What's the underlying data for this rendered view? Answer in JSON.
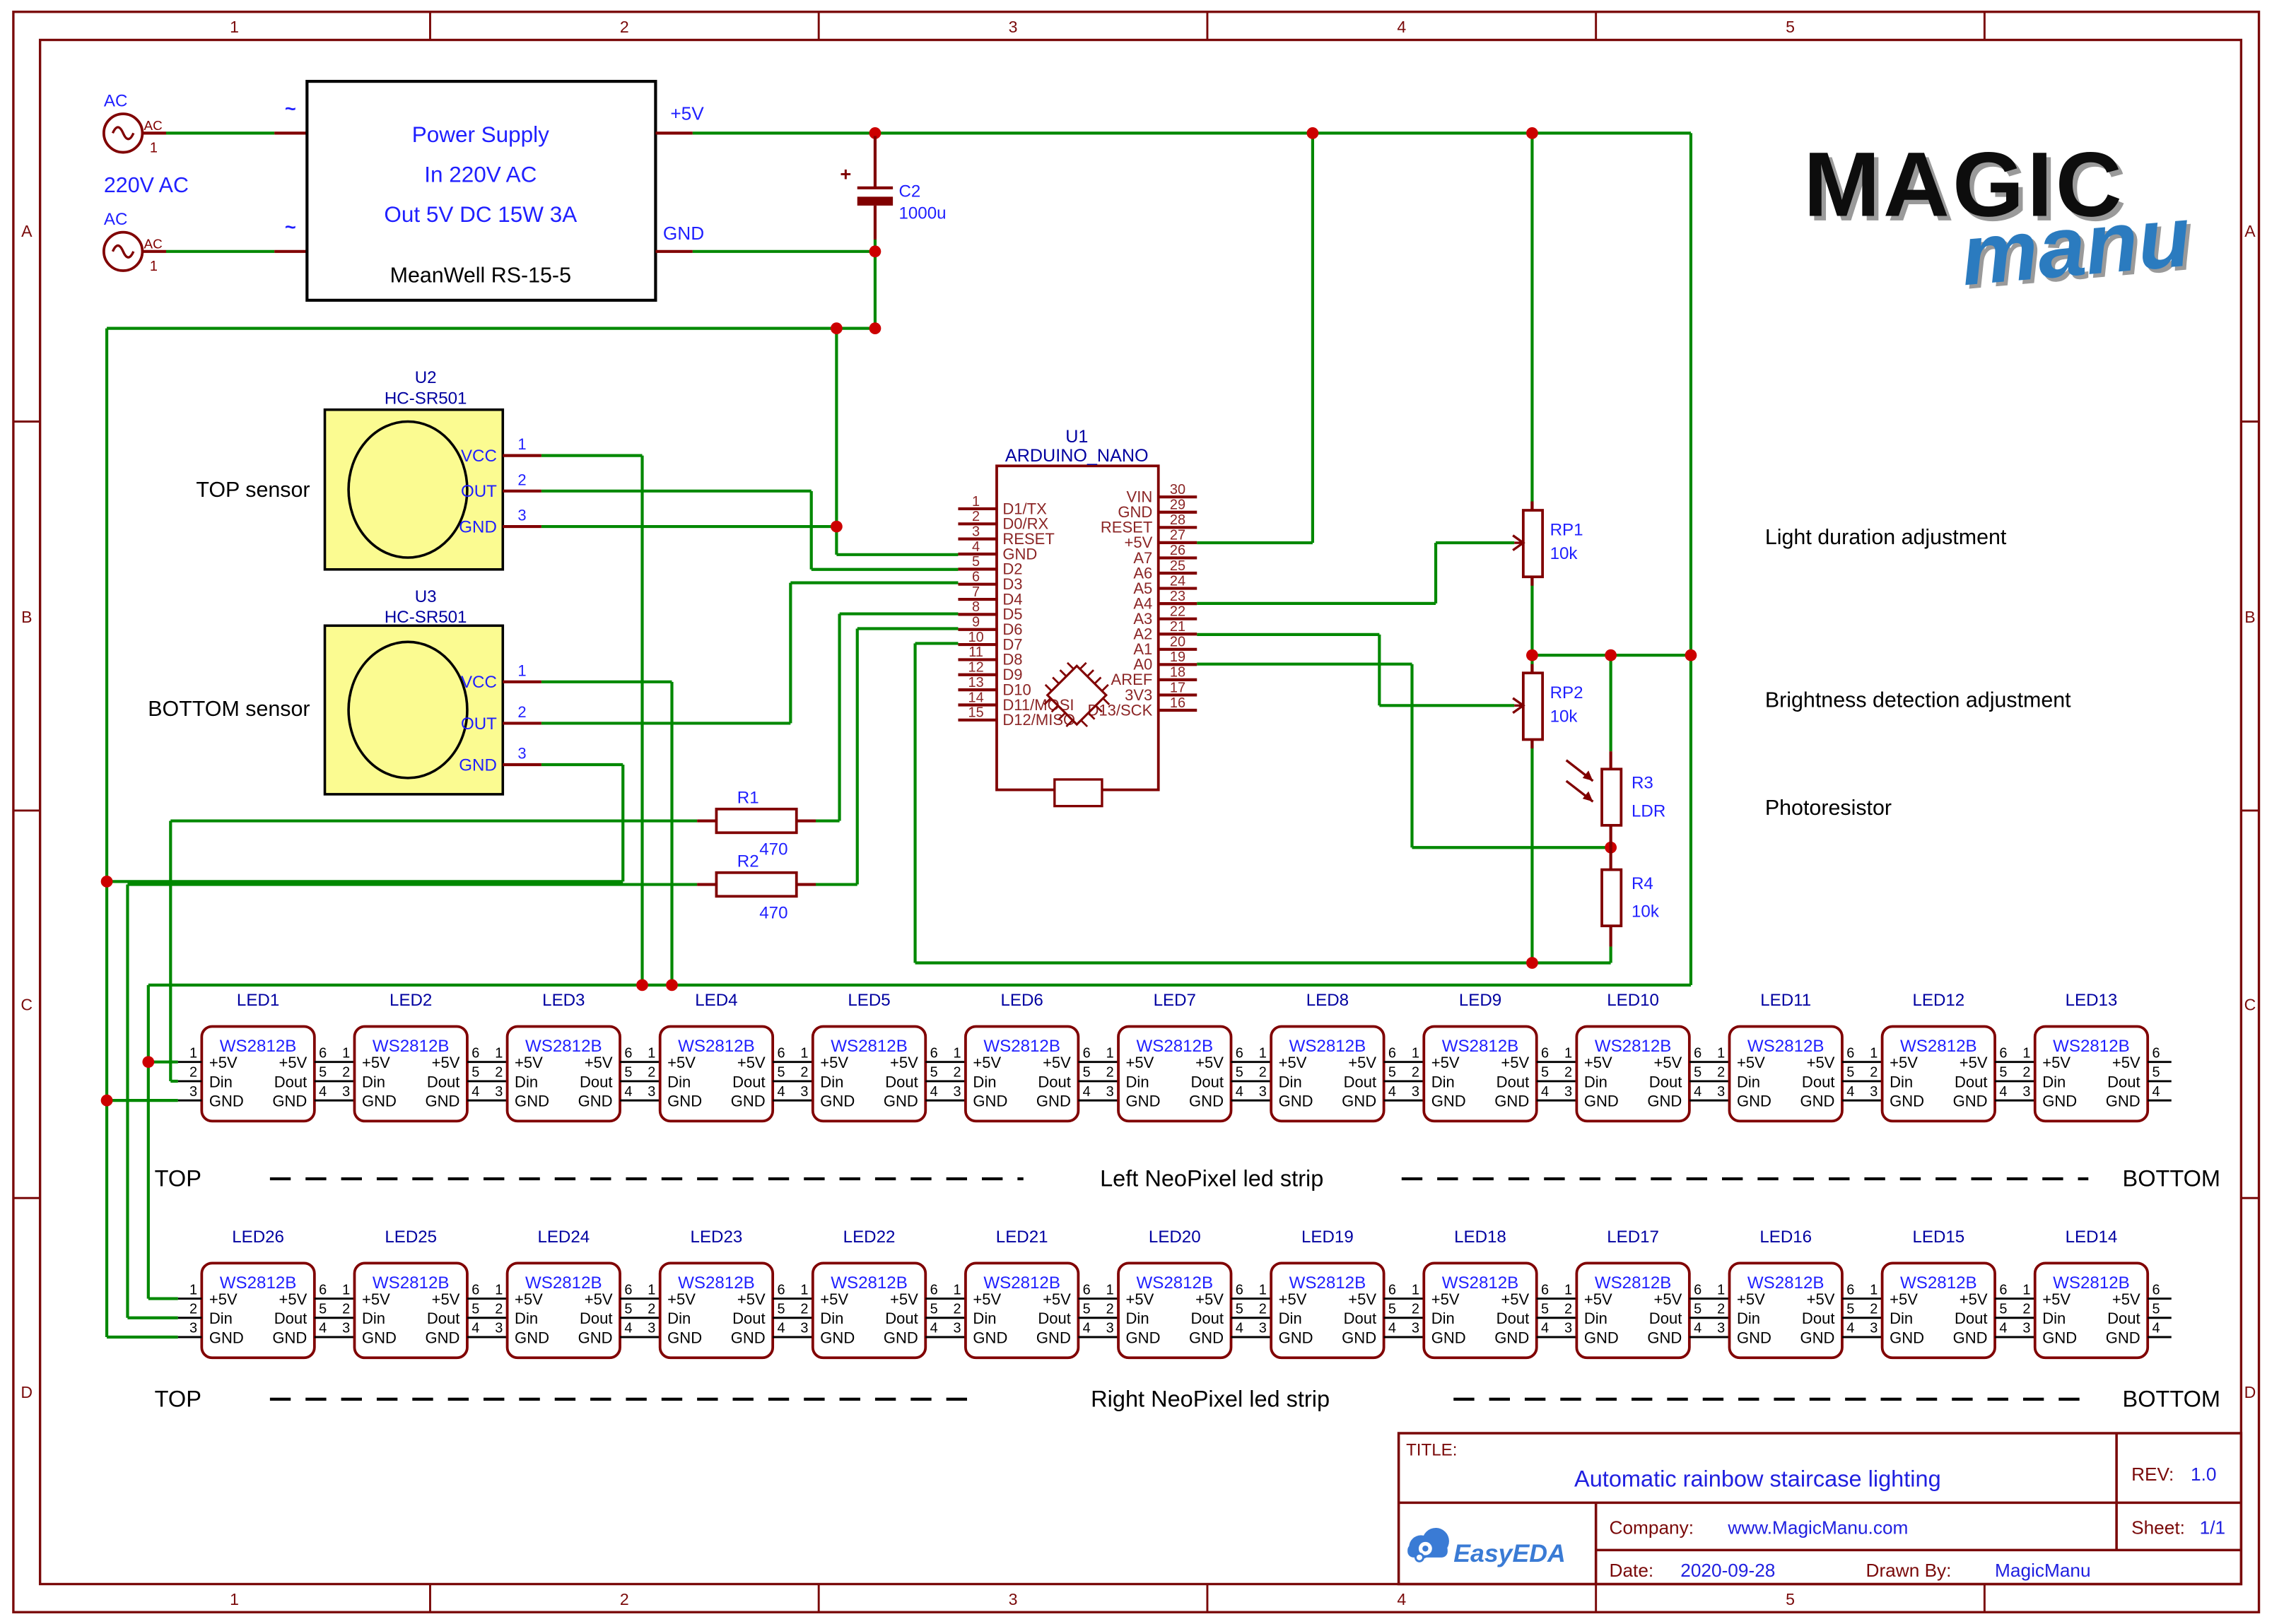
{
  "frame": {
    "cols": [
      "1",
      "2",
      "3",
      "4",
      "5"
    ],
    "rows": [
      "A",
      "B",
      "C",
      "D"
    ]
  },
  "logo": {
    "magic": "MAGIC",
    "manu": "manu"
  },
  "power": {
    "ac_label": "AC",
    "ac_pin_name": "AC",
    "ac_pin_num": "1",
    "tilde": "~",
    "source_label": "220V AC",
    "box_lines": [
      "Power Supply",
      "In 220V AC",
      "Out 5V DC 15W 3A"
    ],
    "part": "MeanWell RS-15-5",
    "out_plus": "+5V",
    "out_gnd": "GND"
  },
  "c2": {
    "ref": "C2",
    "value": "1000u",
    "plus": "+"
  },
  "u1": {
    "ref": "U1",
    "value": "ARDUINO_NANO",
    "left": [
      {
        "n": "1",
        "name": "D1/TX"
      },
      {
        "n": "2",
        "name": "D0/RX"
      },
      {
        "n": "3",
        "name": "RESET"
      },
      {
        "n": "4",
        "name": "GND"
      },
      {
        "n": "5",
        "name": "D2"
      },
      {
        "n": "6",
        "name": "D3"
      },
      {
        "n": "7",
        "name": "D4"
      },
      {
        "n": "8",
        "name": "D5"
      },
      {
        "n": "9",
        "name": "D6"
      },
      {
        "n": "10",
        "name": "D7"
      },
      {
        "n": "11",
        "name": "D8"
      },
      {
        "n": "12",
        "name": "D9"
      },
      {
        "n": "13",
        "name": "D10"
      },
      {
        "n": "14",
        "name": "D11/MOSI"
      },
      {
        "n": "15",
        "name": "D12/MISO"
      }
    ],
    "right": [
      {
        "n": "30",
        "name": "VIN"
      },
      {
        "n": "29",
        "name": "GND"
      },
      {
        "n": "28",
        "name": "RESET"
      },
      {
        "n": "27",
        "name": "+5V"
      },
      {
        "n": "26",
        "name": "A7"
      },
      {
        "n": "25",
        "name": "A6"
      },
      {
        "n": "24",
        "name": "A5"
      },
      {
        "n": "23",
        "name": "A4"
      },
      {
        "n": "22",
        "name": "A3"
      },
      {
        "n": "21",
        "name": "A2"
      },
      {
        "n": "20",
        "name": "A1"
      },
      {
        "n": "19",
        "name": "A0"
      },
      {
        "n": "18",
        "name": "AREF"
      },
      {
        "n": "17",
        "name": "3V3"
      },
      {
        "n": "16",
        "name": "D13/SCK"
      }
    ]
  },
  "sensors": [
    {
      "ref": "U2",
      "part": "HC-SR501",
      "label": "TOP sensor",
      "pins": [
        {
          "n": "1",
          "name": "VCC"
        },
        {
          "n": "2",
          "name": "OUT"
        },
        {
          "n": "3",
          "name": "GND"
        }
      ]
    },
    {
      "ref": "U3",
      "part": "HC-SR501",
      "label": "BOTTOM sensor",
      "pins": [
        {
          "n": "1",
          "name": "VCC"
        },
        {
          "n": "2",
          "name": "OUT"
        },
        {
          "n": "3",
          "name": "GND"
        }
      ]
    }
  ],
  "r1": {
    "ref": "R1",
    "value": "470"
  },
  "r2": {
    "ref": "R2",
    "value": "470"
  },
  "rp1": {
    "ref": "RP1",
    "value": "10k"
  },
  "rp2": {
    "ref": "RP2",
    "value": "10k"
  },
  "r3": {
    "ref": "R3",
    "value": "LDR"
  },
  "r4": {
    "ref": "R4",
    "value": "10k"
  },
  "annotations": [
    "Light duration adjustment",
    "Brightness detection adjustment",
    "Photoresistor"
  ],
  "led_block": {
    "title": "WS2812B",
    "left": [
      "+5V",
      "Din",
      "GND"
    ],
    "right": [
      "+5V",
      "Dout",
      "GND"
    ],
    "lnums": [
      "1",
      "2",
      "3"
    ],
    "rnums": [
      "6",
      "5",
      "4"
    ]
  },
  "strips": [
    {
      "refs": [
        "LED1",
        "LED2",
        "LED3",
        "LED4",
        "LED5",
        "LED6",
        "LED7",
        "LED8",
        "LED9",
        "LED10",
        "LED11",
        "LED12",
        "LED13"
      ],
      "left_label": "TOP",
      "mid_label": "Left NeoPixel led strip",
      "right_label": "BOTTOM"
    },
    {
      "refs": [
        "LED26",
        "LED25",
        "LED24",
        "LED23",
        "LED22",
        "LED21",
        "LED20",
        "LED19",
        "LED18",
        "LED17",
        "LED16",
        "LED15",
        "LED14"
      ],
      "left_label": "TOP",
      "mid_label": "Right NeoPixel led strip",
      "right_label": "BOTTOM"
    }
  ],
  "title_block": {
    "title_label": "TITLE:",
    "title": "Automatic rainbow staircase lighting",
    "rev_label": "REV:",
    "rev": "1.0",
    "company_label": "Company:",
    "company": "www.MagicManu.com",
    "sheet_label": "Sheet:",
    "sheet": "1/1",
    "date_label": "Date:",
    "date": "2020-09-28",
    "drawn_label": "Drawn By:",
    "drawn": "MagicManu",
    "easyeda": "EasyEDA"
  },
  "colors": {
    "wire": "#008800",
    "part": "#800000",
    "junction": "#cc0000",
    "frame": "#7a0a0a",
    "blue": "#1f1fff",
    "ref": "#0000a0",
    "pin_text": "#8b2525",
    "black": "#000000",
    "sensor_fill": "#fbfb91",
    "logo_blue": "#2b7bbf",
    "easyeda_blue": "#3a7bd5"
  }
}
